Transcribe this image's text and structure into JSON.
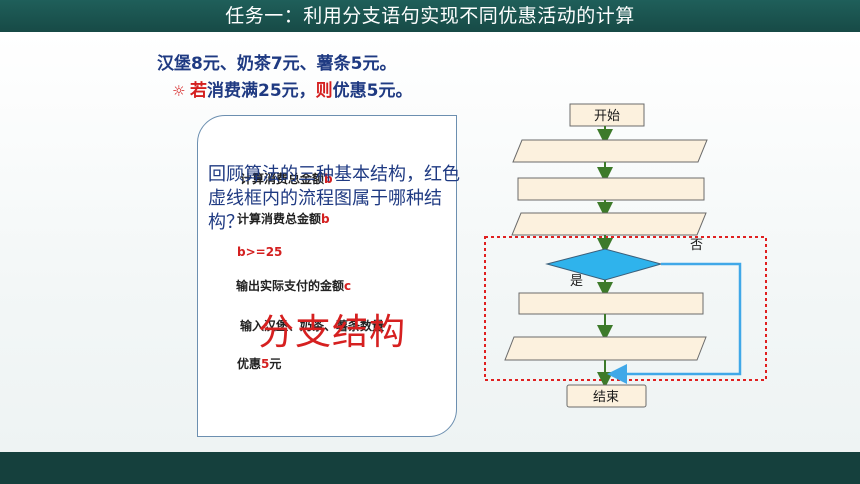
{
  "header": {
    "title": "任务一：利用分支语句实现不同优惠活动的计算"
  },
  "problem": {
    "line1": "汉堡8元、奶茶7元、薯条5元。",
    "line2_if": "若",
    "line2_cond": "消费满25元，",
    "line2_then": "则",
    "line2_result": "优惠5元。"
  },
  "card": {
    "step_compute_a": "计算消费总金额",
    "step_compute_b": "b",
    "condition": "b>=25",
    "output_label": "输出实际支付的金额",
    "output_var": "c",
    "input_label": "输入汉堡、奶茶、薯条数量",
    "discount_pre": "优惠",
    "discount_num": "5",
    "discount_unit": "元",
    "question": "回顾算法的三种基本结构，红色虚线框内的流程图属于哪种结构？",
    "answer": "分支结构"
  },
  "flowchart": {
    "start": "开始",
    "end": "结束",
    "yes": "是",
    "no": "否"
  },
  "colors": {
    "header_bg": "#1f5f5a",
    "footer_bg": "#15403d",
    "box_fill": "#fcf1de",
    "decision_fill": "#2fb3ec",
    "arrow_green": "#3d7a2a",
    "no_path": "#40a8e8",
    "dashed_red": "#e02020",
    "accent_red": "#d42020",
    "text_blue": "#1f3a82"
  }
}
